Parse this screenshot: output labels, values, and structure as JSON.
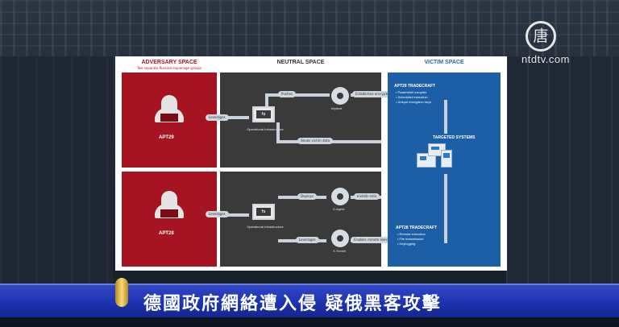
{
  "logo": {
    "icon": "唐",
    "text": "ntdtv.com",
    "icon_name": "ntd-logo-icon"
  },
  "slide": {
    "headers": {
      "adversary": "ADVERSARY SPACE",
      "neutral": "NEUTRAL SPACE",
      "victim": "VICTIM SPACE"
    },
    "adversary_sub": "Two separate Russian espionage groups",
    "top": {
      "actor": "APT29",
      "leverages": "Leverages",
      "infra": "Operational Infrastructure",
      "pushes": "Pushes",
      "implant": "Implant",
      "establishes": "Establishes encrypted communication with",
      "steals": "Steals victim data"
    },
    "bottom": {
      "actor": "APT28",
      "leverages": "Leverages",
      "leverages2": "Leverages",
      "infra": "Operational Infrastructure",
      "deploys": "Deploys",
      "xagent": "X-Agent",
      "installs": "Installs onto",
      "xtunnel": "X-Tunnel",
      "enables": "Enables remote execution"
    },
    "victim": {
      "apt29_title": "APT29 TRADECRAFT",
      "apt29_items": [
        "• Powershell compiler",
        "• Scheduled execution",
        "• Unique encryption keys"
      ],
      "targets": "TARGETED SYSTEMS",
      "apt28_title": "APT28 TRADECRAFT",
      "apt28_items": [
        "• Remote execution",
        "• File transmission",
        "• Keylogging"
      ]
    }
  },
  "caption": {
    "text": "德國政府網絡遭入侵 疑俄黑客攻擊"
  },
  "colors": {
    "adversary": "#a51420",
    "neutral": "#3a3a3a",
    "victim": "#1c5fa6",
    "caption": "#1d33b0"
  }
}
